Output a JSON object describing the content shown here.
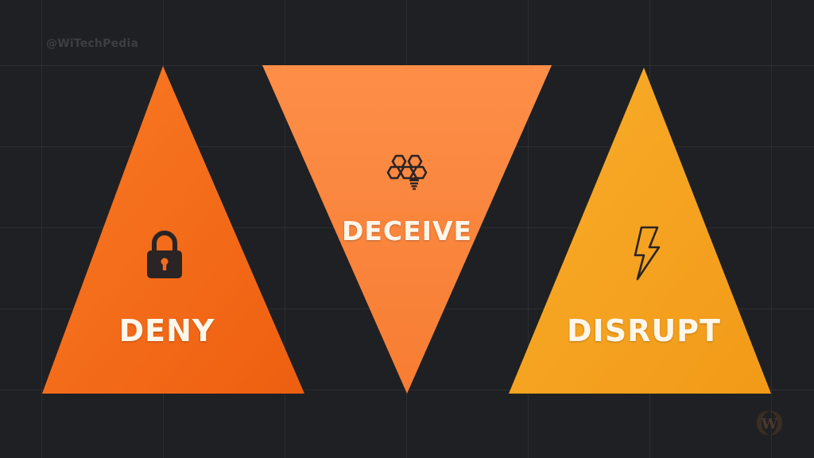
{
  "watermark": "@WiTechPedia",
  "items": [
    {
      "label": "DENY",
      "icon": "padlock-icon",
      "color": "#f46a1a"
    },
    {
      "label": "DECEIVE",
      "icon": "honeycomb-icon",
      "color": "#fb8b43"
    },
    {
      "label": "DISRUPT",
      "icon": "lightning-bolt-icon",
      "color": "#f5a020"
    }
  ],
  "logo": {
    "name": "witechpedia-logo",
    "letter": "W"
  }
}
